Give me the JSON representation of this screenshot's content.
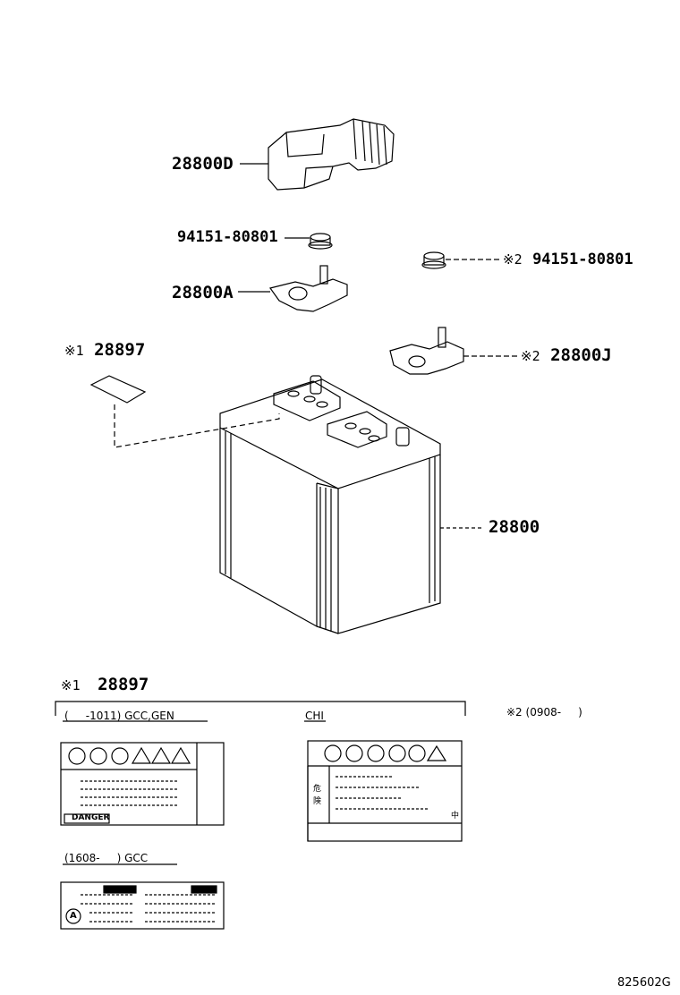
{
  "labels": {
    "cover": "28800D",
    "nut_left": "94151-80801",
    "nut_right": "94151-80801",
    "terminal_a": "28800A",
    "terminal_j": "28800J",
    "label_part": "28897",
    "battery": "28800",
    "section_part": "28897"
  },
  "marks": {
    "m1": "※1",
    "m2": "※2"
  },
  "variants": {
    "v1": "(     -1011) GCC,GEN",
    "chi": "CHI",
    "v3_date": "(0908-     )",
    "v2": "(1608-     ) GCC"
  },
  "sticker_text": {
    "danger": "DANGER",
    "a": "A",
    "zh": "中",
    "kanji1": "危",
    "kanji2": "険"
  },
  "figure_id": "825602G"
}
